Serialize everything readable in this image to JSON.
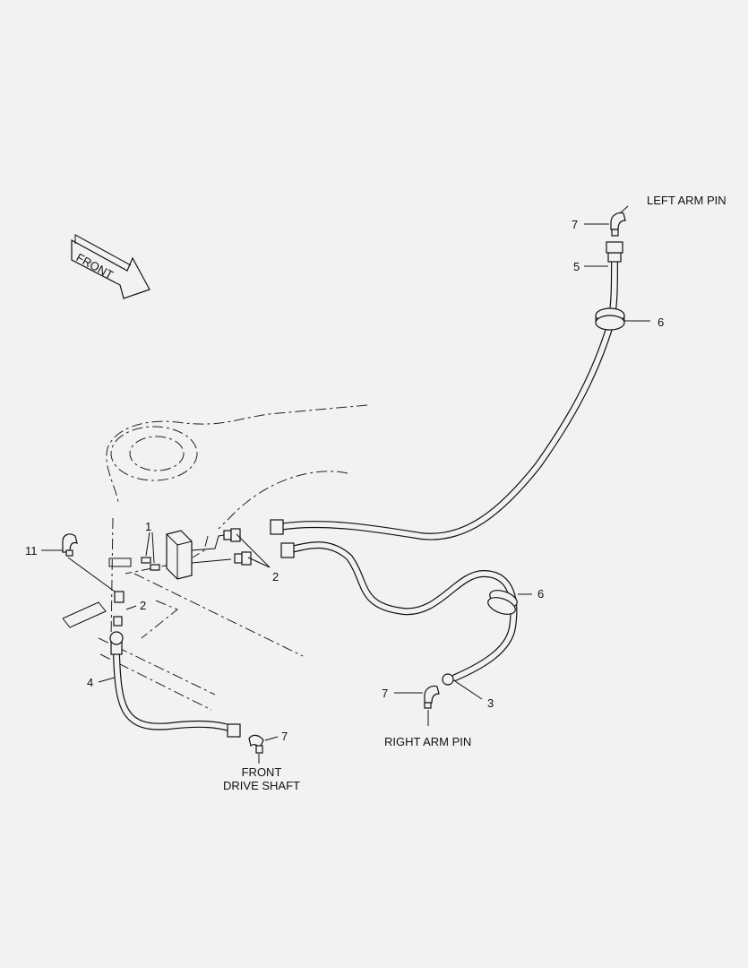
{
  "front_arrow": "FRONT",
  "callouts": {
    "c1": "1",
    "c2a": "2",
    "c2b": "2",
    "c3": "3",
    "c4": "4",
    "c5": "5",
    "c6a": "6",
    "c6b": "6",
    "c7a": "7",
    "c7b": "7",
    "c7c": "7",
    "c11": "11"
  },
  "notes": {
    "left_arm_pin": "LEFT ARM PIN",
    "right_arm_pin": "RIGHT ARM PIN",
    "front_line1": "FRONT",
    "front_line2": "DRIVE SHAFT"
  }
}
